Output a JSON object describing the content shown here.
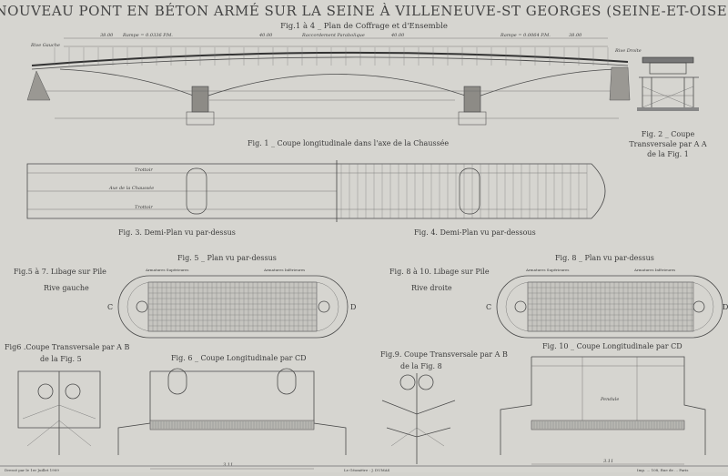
{
  "title": {
    "main": "NOUVEAU PONT EN BÉTON ARMÉ SUR LA SEINE À VILLENEUVE-ST GEORGES (SEINE-ET-OISE)",
    "subtitle": "Fig.1 à 4 _ Plan de Coffrage et d'Ensemble"
  },
  "fig1": {
    "caption": "Fig. 1 _ Coupe longitudinale dans l'axe de la Chaussée",
    "rive_gauche": "Rive Gauche",
    "rive_droite": "Rive Droite",
    "dims": [
      "38.00",
      "40.00",
      "40.00",
      "38.00"
    ],
    "rampe_left": "Rampe = 0.0336 P.M.",
    "raccordement": "Raccordement Parabolique",
    "rampe_right": "Rampe = 0.0064 P.M."
  },
  "fig2": {
    "caption_line1": "Fig. 2 _ Coupe",
    "caption_line2": "Transversale par A A",
    "caption_line3": "de la Fig. 1"
  },
  "fig3": {
    "caption": "Fig. 3. Demi-Plan vu par-dessus",
    "trottoir": "Trottoir",
    "axe": "Axe de la Chaussée"
  },
  "fig4": {
    "caption": "Fig. 4. Demi-Plan vu par-dessous"
  },
  "fig5to7": {
    "title_line1": "Fig.5 à 7. Libage sur Pile",
    "title_line2": "Rive gauche"
  },
  "fig5": {
    "caption": "Fig. 5 _ Plan vu par-dessus",
    "arm_sup": "Armatures Supérieures",
    "arm_inf": "Armatures Inférieures",
    "c": "C",
    "d": "D"
  },
  "fig6a": {
    "caption_line1": "Fig6 .Coupe Transversale par A B",
    "caption_line2": "de la Fig. 5"
  },
  "fig6": {
    "caption": "Fig. 6 _ Coupe Longitudinale par CD",
    "dim": "3.11"
  },
  "fig8to10": {
    "title_line1": "Fig. 8 à 10. Libage sur Pile",
    "title_line2": "Rive droite"
  },
  "fig8": {
    "caption": "Fig. 8 _ Plan vu par-dessus",
    "arm_sup": "Armatures Supérieures",
    "arm_inf": "Armatures Inférieures",
    "c": "C",
    "d": "D"
  },
  "fig9": {
    "caption_line1": "Fig.9. Coupe Transversale par A B",
    "caption_line2": "de la Fig. 8"
  },
  "fig10": {
    "caption": "Fig. 10 _ Coupe Longitudinale par CD",
    "pendule": "Pendule",
    "dim": "3.11"
  },
  "footer": {
    "left": "Dressé par le 1er Juillet 1909",
    "center": "Le Géomètre : J. DUMAS",
    "right": "Imp. ... 108, Rue de ... Paris"
  }
}
